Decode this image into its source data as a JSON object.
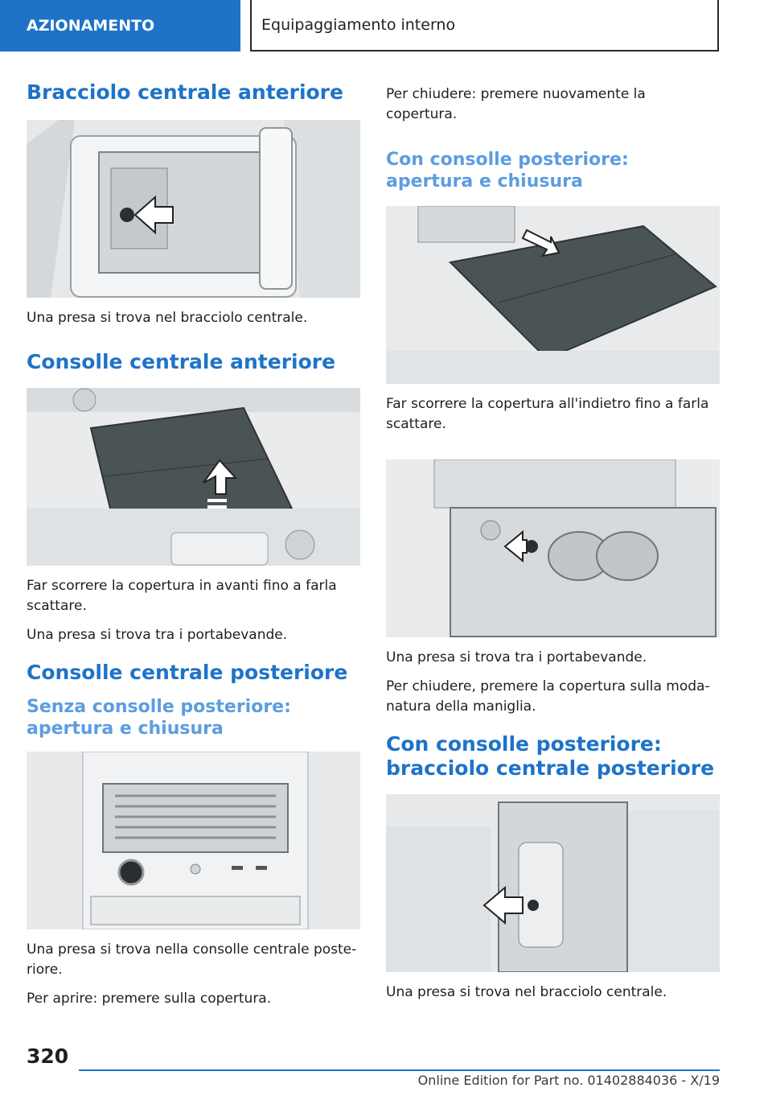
{
  "header": {
    "section": "AZIONAMENTO",
    "chapter": "Equipaggiamento interno"
  },
  "left": {
    "h1": "Bracciolo centrale anteriore",
    "p1": "Una presa si trova nel bracciolo centrale.",
    "h2": "Consolle centrale anteriore",
    "p2": "Far scorrere la copertura in avanti fino a farla scattare.",
    "p3": "Una presa si trova tra i portabevande.",
    "h3": "Consolle centrale posteriore",
    "h4": "Senza consolle posteriore: apertura e chiusura",
    "p4": "Una presa si trova nella consolle centrale poste-riore.",
    "p5": "Per aprire: premere sulla copertura."
  },
  "right": {
    "p1": "Per chiudere: premere nuovamente la copertura.",
    "h1": "Con consolle posteriore: apertura e chiusura",
    "p2": "Far scorrere la copertura all'indietro fino a farla scattare.",
    "p3": "Una presa si trova tra i portabevande.",
    "p4": "Per chiudere, premere la copertura sulla moda-natura della maniglia.",
    "h2": "Con consolle posteriore: bracciolo centrale posteriore",
    "p5": "Una presa si trova nel bracciolo centrale."
  },
  "footer": {
    "page_number": "320",
    "edition": "Online Edition for Part no. 01402884036 - X/19"
  },
  "colors": {
    "accent": "#1e73c8",
    "subheading": "#5c9de0",
    "cover": "#4a5455"
  }
}
